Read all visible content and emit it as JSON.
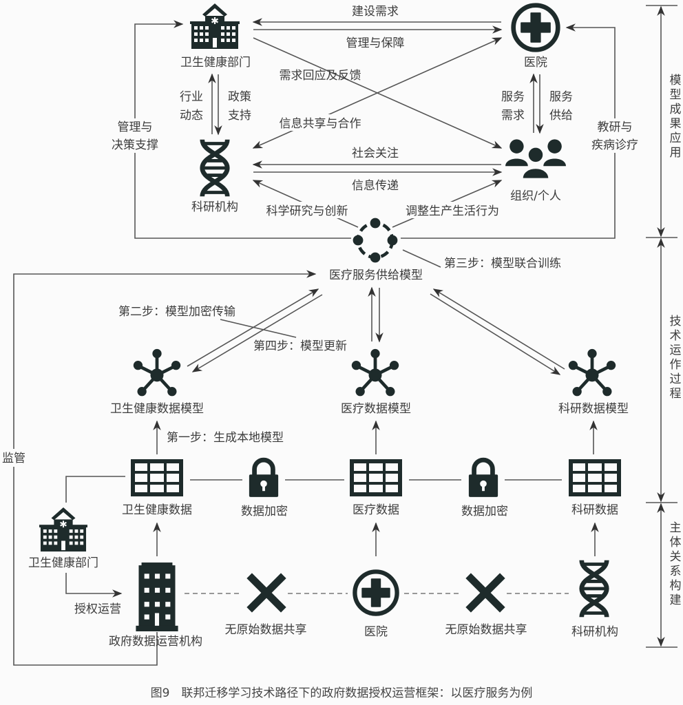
{
  "colors": {
    "icon": "#1e2b2b",
    "line": "#555555",
    "text": "#3c3c3c",
    "background": "#fbfbfb"
  },
  "top": {
    "nodes": {
      "health_dept": {
        "label": "卫生健康部门",
        "icon": "hospital-building-icon"
      },
      "hospital": {
        "label": "医院",
        "icon": "medical-cross-icon"
      },
      "research": {
        "label": "科研机构",
        "icon": "dna-icon"
      },
      "public": {
        "label": "组织/个人",
        "icon": "people-group-icon"
      },
      "model": {
        "icon": "federated-network-icon"
      }
    },
    "edges": {
      "construction_demand": "建设需求",
      "management_guarantee": "管理与保障",
      "demand_response": "需求回应及反馈",
      "industry_trends_1": "行业",
      "industry_trends_2": "动态",
      "policy_support_1": "政策",
      "policy_support_2": "支持",
      "info_sharing": "信息共享与合作",
      "service_demand_1": "服务",
      "service_demand_2": "需求",
      "service_supply_1": "服务",
      "service_supply_2": "供给",
      "social_attention": "社会关注",
      "info_delivery": "信息传递",
      "research_innovation": "科学研究与创新",
      "adjust_behavior": "调整生产生活行为",
      "mgmt_decision_1": "管理与",
      "mgmt_decision_2": "决策支撑",
      "teaching_1": "教研与",
      "teaching_2": "疾病诊疗"
    }
  },
  "middle": {
    "central_model": "医疗服务供给模型",
    "step3": "第三步：模型联合训练",
    "step2": "第二步：模型加密传输",
    "step4": "第四步：模型更新",
    "step1": "第一步：生成本地模型",
    "local_models": [
      "卫生健康数据模型",
      "医疗数据模型",
      "科研数据模型"
    ],
    "datasets": [
      "卫生健康数据",
      "医疗数据",
      "科研数据"
    ],
    "encryption": [
      "数据加密",
      "数据加密"
    ],
    "supervision": "监管"
  },
  "bottom": {
    "health_dept": "卫生健康部门",
    "authorized_operation": "授权运营",
    "gov_operator": "政府数据运营机构",
    "no_raw_sharing": [
      "无原始数据共享",
      "无原始数据共享"
    ],
    "hospital": "医院",
    "research": "科研机构"
  },
  "side_brackets": [
    {
      "label": [
        "模",
        "型",
        "成",
        "果",
        "应",
        "用"
      ]
    },
    {
      "label": [
        "技",
        "术",
        "运",
        "作",
        "过",
        "程"
      ]
    },
    {
      "label": [
        "主",
        "体",
        "关",
        "系",
        "构",
        "建"
      ]
    }
  ],
  "caption": "图9　联邦迁移学习技术路径下的政府数据授权运营框架：以医疗服务为例"
}
